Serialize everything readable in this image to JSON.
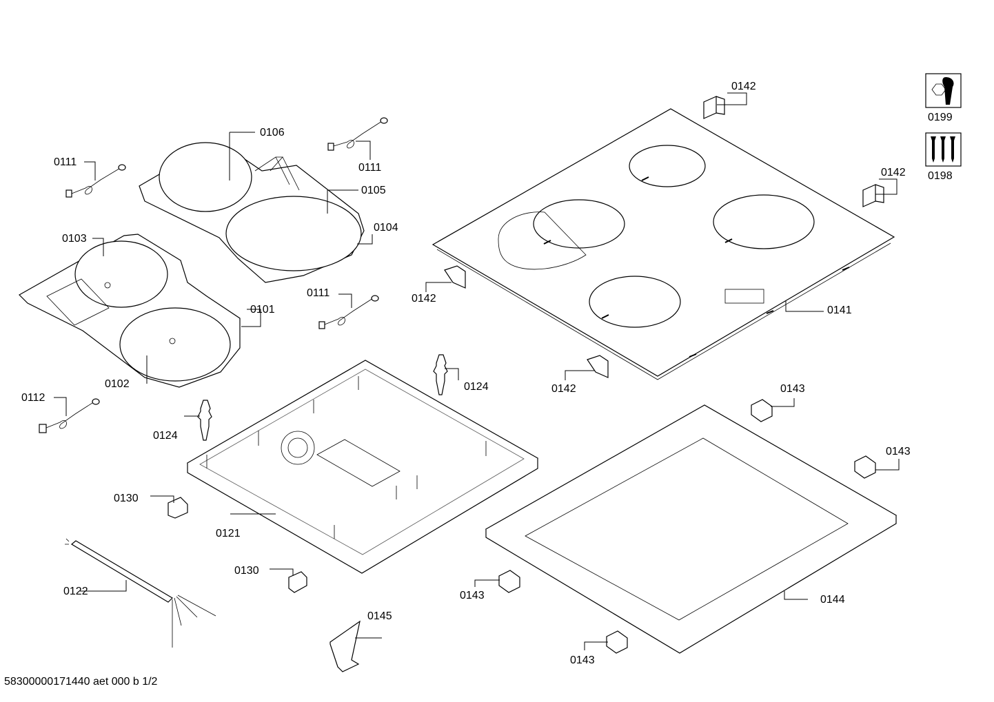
{
  "labels": {
    "l0142_a": "0142",
    "l0142_b": "0142",
    "l0142_c": "0142",
    "l0142_d": "0142",
    "l0199": "0199",
    "l0198": "0198",
    "l0106": "0106",
    "l0111_a": "0111",
    "l0111_b": "0111",
    "l0111_c": "0111",
    "l0105": "0105",
    "l0104": "0104",
    "l0103": "0103",
    "l0101": "0101",
    "l0102": "0102",
    "l0141": "0141",
    "l0112": "0112",
    "l0124_a": "0124",
    "l0124_b": "0124",
    "l0143_a": "0143",
    "l0143_b": "0143",
    "l0143_c": "0143",
    "l0143_d": "0143",
    "l0130_a": "0130",
    "l0130_b": "0130",
    "l0121": "0121",
    "l0122": "0122",
    "l0145": "0145",
    "l0144": "0144"
  },
  "footer": "58300000171440 aet 000 b 1/2",
  "icons": [
    "tool-kit-icon",
    "screws-icon"
  ]
}
